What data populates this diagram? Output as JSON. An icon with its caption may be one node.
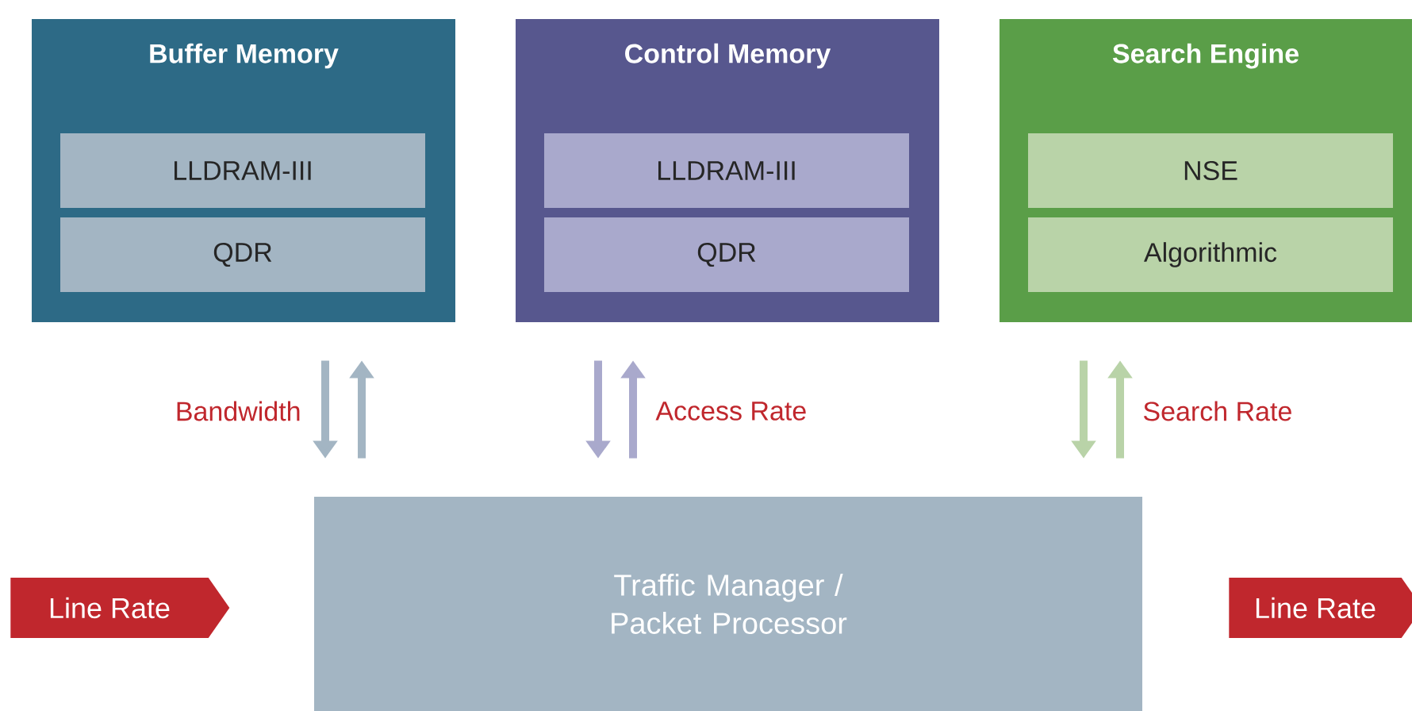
{
  "diagram": {
    "nodes": [
      {
        "text": [
          "Buffer Memory"
        ]
      },
      {
        "text": [
          "LLDRAM-III"
        ],
        "in": 0
      },
      {
        "text": [
          "QDR"
        ],
        "in": 0
      },
      {
        "text": [
          "Control Memory"
        ]
      },
      {
        "text": [
          "LLDRAM-III"
        ],
        "in": 3
      },
      {
        "text": [
          "QDR"
        ],
        "in": 3
      },
      {
        "text": [
          "Search Engine"
        ]
      },
      {
        "text": [
          "NSE"
        ],
        "in": 6
      },
      {
        "text": [
          "Algorithmic"
        ],
        "in": 6
      },
      {
        "text": [
          "Traffic Manager / Packet Processor"
        ]
      },
      {
        "text": [
          "Line Rate"
        ]
      },
      {
        "text": [
          "Line Rate"
        ]
      }
    ],
    "edges": [
      {
        "from": 0,
        "to": 9,
        "arrow": "to",
        "label": "Bandwidth",
        "color": "#a3b5c3"
      },
      {
        "from": 9,
        "to": 0,
        "arrow": "to",
        "color": "#a3b5c3"
      },
      {
        "from": 3,
        "to": 9,
        "arrow": "to",
        "color": "#a9a9cc"
      },
      {
        "from": 9,
        "to": 3,
        "arrow": "to",
        "label": "Access Rate",
        "color": "#a9a9cc"
      },
      {
        "from": 6,
        "to": 9,
        "arrow": "to",
        "color": "#b9d3a8"
      },
      {
        "from": 9,
        "to": 6,
        "arrow": "to",
        "label": "Search Rate",
        "color": "#b9d3a8"
      }
    ]
  }
}
